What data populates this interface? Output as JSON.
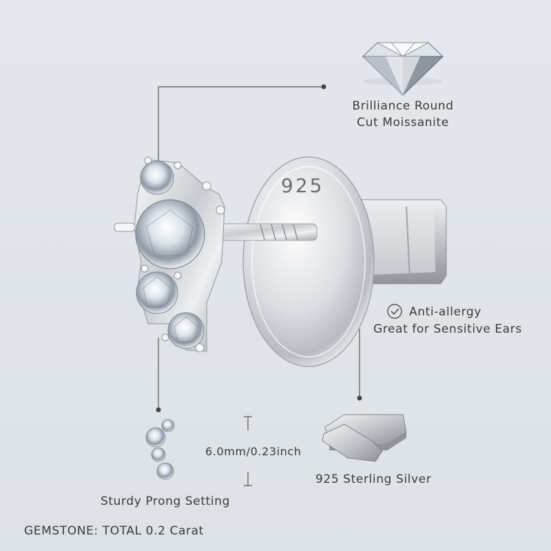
{
  "labels": {
    "moissanite_line1": "Brilliance Round",
    "moissanite_line2": "Cut Moissanite",
    "stamp": "925",
    "antiallergy_line1": "Anti-allergy",
    "antiallergy_line2": "Great for Sensitive Ears",
    "size": "6.0mm/0.23inch",
    "silver": "925 Sterling Silver",
    "prong": "Sturdy Prong Setting",
    "gemstone": "GEMSTONE: TOTAL 0.2 Carat"
  },
  "icons": {
    "diamond": "round-cut-diamond-icon",
    "check": "check-circle-icon",
    "silver": "silver-bars-icon"
  }
}
